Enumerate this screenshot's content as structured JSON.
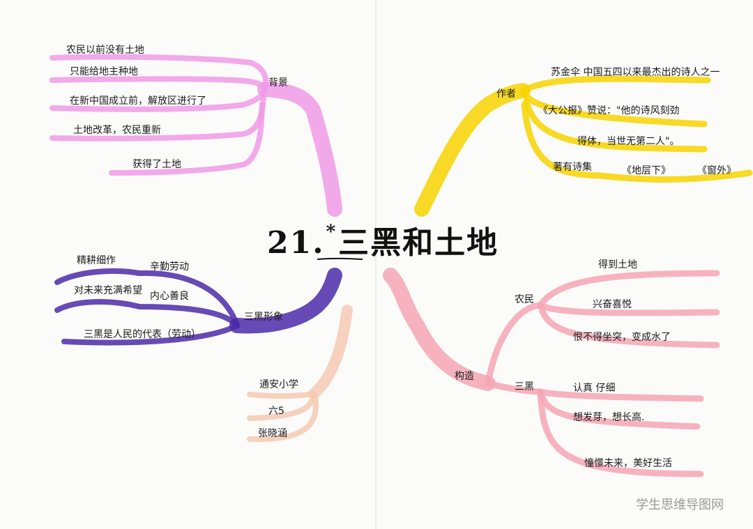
{
  "title": {
    "number": "21.",
    "star": "*",
    "text": "三黑和土地"
  },
  "branches": {
    "background": {
      "label": "背景",
      "color": "#f09ae6",
      "items": [
        "农民以前没有土地",
        "只能给地主种地",
        "在新中国成立前，解放区进行了",
        "土地改革，农民重新",
        "获得了土地"
      ]
    },
    "author": {
      "label": "作者",
      "color": "#f7d400",
      "items": [
        "苏金伞  中国五四以来最杰出的诗人之一",
        "《大公报》赞说：\"他的诗风刻劲",
        "得体，当世无第二人\"。",
        "著有诗集"
      ],
      "works": [
        "《地层下》",
        "《窗外》"
      ]
    },
    "image": {
      "label": "三黑形象",
      "color": "#4b2aa8",
      "items": [
        "精耕细作",
        "辛勤劳动",
        "对未来充满希望",
        "内心善良",
        "三黑是人民的代表（劳动）"
      ]
    },
    "structure": {
      "label": "构造",
      "color": "#f4a6b4",
      "sub": [
        {
          "label": "农民",
          "items": [
            "得到土地",
            "兴奋喜悦",
            "恨不得坐突，变成水了"
          ]
        },
        {
          "label": "三黑",
          "items": [
            "认真 仔细",
            "想发芽，想长高.",
            "憧憬未来，美好生活"
          ]
        }
      ]
    }
  },
  "author_info": {
    "color": "#f5c9b2",
    "items": [
      "通安小学",
      "六5",
      "张晓涵"
    ]
  },
  "watermark": "学生思维导图网"
}
